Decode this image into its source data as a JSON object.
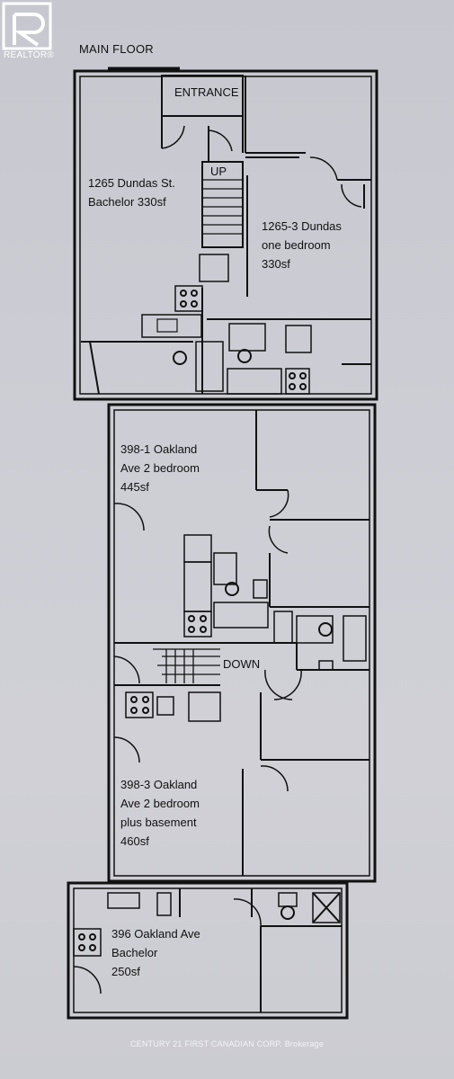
{
  "logo": {
    "text": "REALTOR®"
  },
  "page_title": "MAIN FLOOR",
  "labels": {
    "entrance": "ENTRANCE",
    "up": "UP",
    "down": "DOWN"
  },
  "units": [
    {
      "lines": [
        "1265 Dundas St.",
        "Bachelor 330sf"
      ]
    },
    {
      "lines": [
        "1265-3 Dundas",
        "one bedroom",
        "330sf"
      ]
    },
    {
      "lines": [
        "398-1 Oakland",
        "Ave 2 bedroom",
        "445sf"
      ]
    },
    {
      "lines": [
        "398-3 Oakland",
        "Ave 2 bedroom",
        "plus basement",
        "460sf"
      ]
    },
    {
      "lines": [
        "396 Oakland Ave",
        "Bachelor",
        "250sf"
      ]
    }
  ],
  "footer": {
    "brokerage": "CENTURY 21 FIRST CANADIAN CORP. Brokerage"
  },
  "colors": {
    "background": "#cacbd2",
    "wall": "#111111"
  }
}
